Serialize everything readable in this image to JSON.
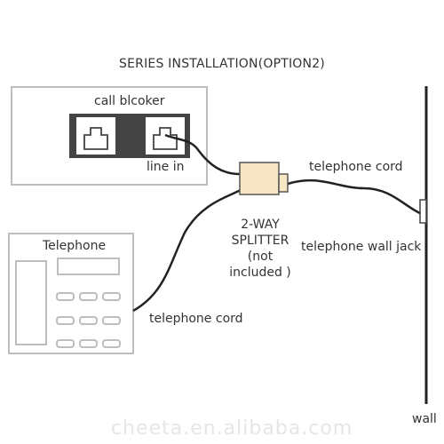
{
  "diagram": {
    "title": "SERIES INSTALLATION(OPTION2)",
    "call_blocker": {
      "label": "call blcoker",
      "port_label": "line in"
    },
    "splitter": {
      "line1": "2-WAY",
      "line2": "SPLITTER",
      "line3": "(not included )"
    },
    "telephone": {
      "label": "Telephone"
    },
    "cords": {
      "top_label": "telephone cord",
      "bottom_label": "telephone cord"
    },
    "wall_jack_label": "telephone wall jack",
    "wall_label": "wall",
    "watermark": "cheeta.en.alibaba.com"
  }
}
